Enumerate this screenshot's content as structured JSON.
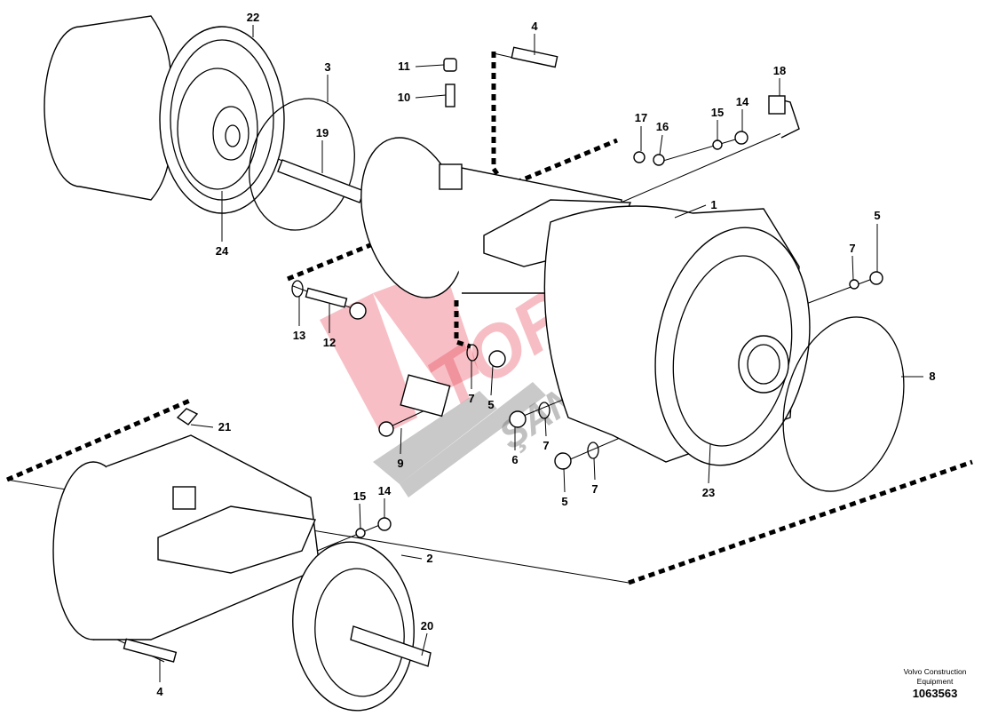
{
  "diagram": {
    "callouts": [
      "22",
      "3",
      "19",
      "24",
      "4",
      "11",
      "10",
      "18",
      "17",
      "16",
      "15",
      "14",
      "1",
      "7",
      "5",
      "13",
      "12",
      "7",
      "5",
      "8",
      "21",
      "6",
      "7",
      "9",
      "5",
      "7",
      "23",
      "15",
      "14",
      "2",
      "20",
      "4"
    ]
  },
  "watermark": {
    "line1": "TORK",
    "line2": "ŞANZIMAN"
  },
  "footer": {
    "brand": "Volvo Construction Equipment",
    "document_number": "1063563"
  }
}
